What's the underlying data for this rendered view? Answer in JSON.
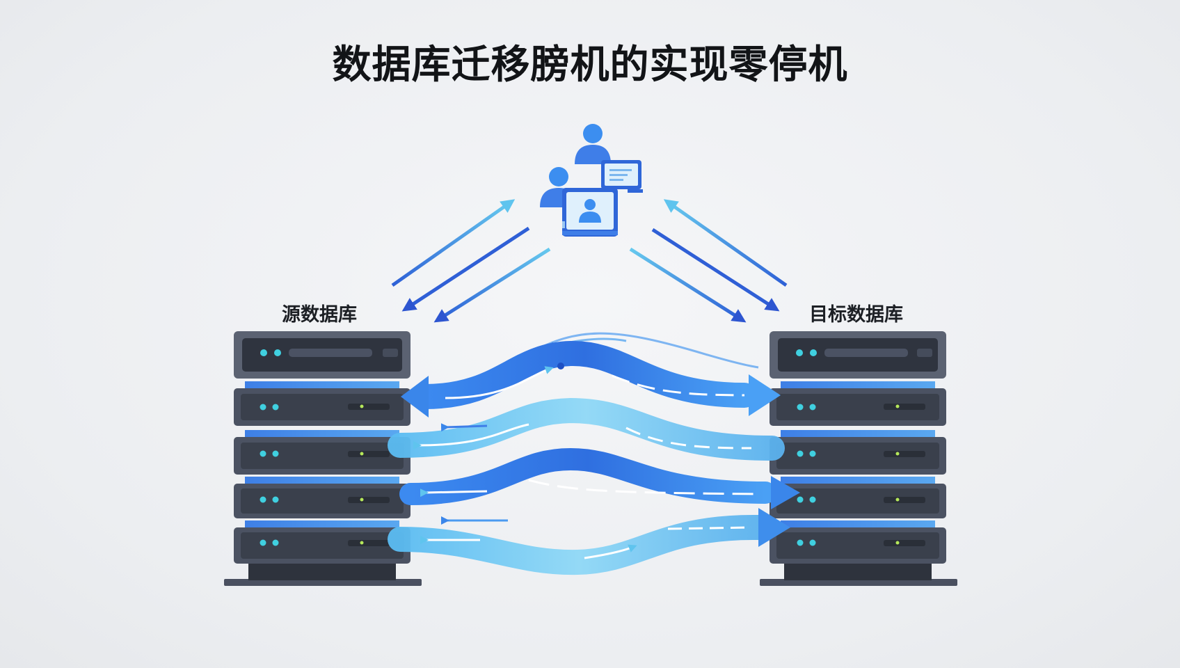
{
  "title": "数据库迁移膀机的实现零停机",
  "source_label": "源数据库",
  "target_label": "目标数据库",
  "icons": [
    "user-icon",
    "monitor-icon",
    "document-icon",
    "server-rack-icon",
    "arrow-icon"
  ],
  "colors": {
    "rack": "#4b5262",
    "rack_dark": "#2d323d",
    "flow_dark": "#2f6fe0",
    "flow_light": "#6cc8f0",
    "led": "#40d0e0",
    "indicator": "#b6e85a"
  }
}
